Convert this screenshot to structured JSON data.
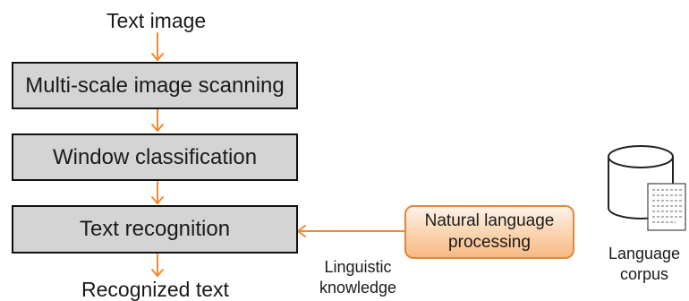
{
  "diagram": {
    "input_label": "Text image",
    "steps": [
      "Multi-scale image scanning",
      "Window classification",
      "Text recognition"
    ],
    "output_label": "Recognized text",
    "nlp_box": {
      "line1": "Natural language",
      "line2": "processing"
    },
    "edge_label": {
      "line1": "Linguistic",
      "line2": "knowledge"
    },
    "corpus_label": {
      "line1": "Language",
      "line2": "corpus"
    },
    "colors": {
      "arrow": "#f08a2e",
      "step_fill": "#d4d4d4",
      "step_border": "#111111",
      "nlp_border": "#e0883a"
    }
  }
}
